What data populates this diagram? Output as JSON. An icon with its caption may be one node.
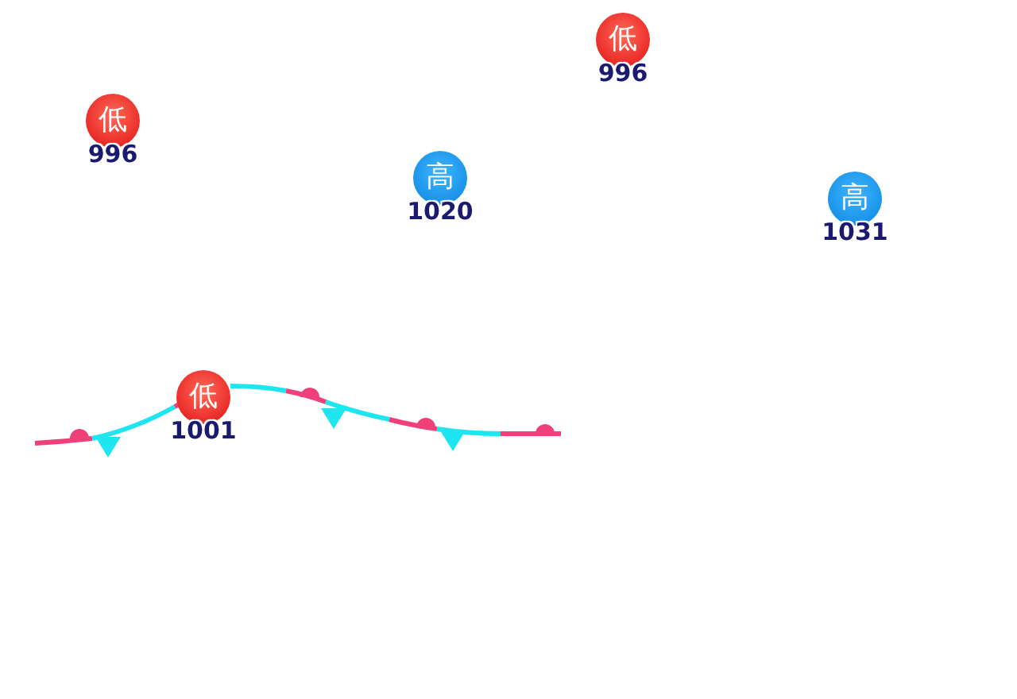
{
  "diagram": {
    "nodes": [
      {
        "text": [
          "低"
        ],
        "beside": [
          "996"
        ]
      },
      {
        "text": [
          "低"
        ],
        "beside": [
          "996"
        ]
      },
      {
        "text": [
          "高"
        ],
        "beside": [
          "1020"
        ]
      },
      {
        "text": [
          "高"
        ],
        "beside": [
          "1031"
        ]
      },
      {
        "text": [
          "低"
        ],
        "beside": [
          "1001"
        ]
      }
    ]
  }
}
